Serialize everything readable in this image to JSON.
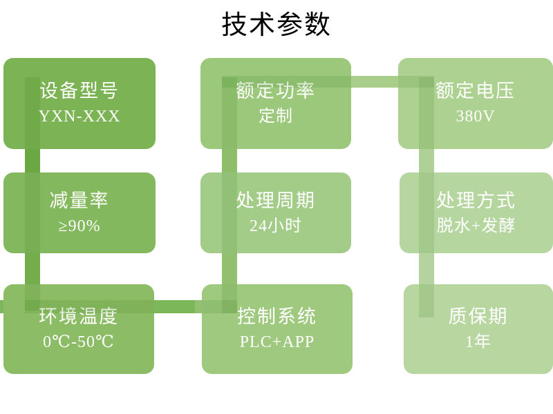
{
  "title": "技术参数",
  "theme": {
    "background": "#ffffff",
    "title_color": "#000000",
    "text_color": "#ffffff",
    "box_colors": [
      "#7CB354",
      "#8CBC66",
      "#A8CF8C",
      "#84B85E",
      "#A3CC88",
      "#BCD9A6",
      "#8CBC66",
      "#A0CA84",
      "#B8D6A0"
    ],
    "connector_colors": [
      "#6BA844",
      "#7FB556",
      "#9CC77C",
      "#74AE4C",
      "#95C275",
      "#AFD198",
      "#7FB556",
      "#93C06E",
      "#A9CE90"
    ]
  },
  "nodes": [
    {
      "id": "device-model",
      "label": "设备型号",
      "value": "YXN-XXX"
    },
    {
      "id": "rated-power",
      "label": "额定功率",
      "value": "定制"
    },
    {
      "id": "rated-voltage",
      "label": "额定电压",
      "value": "380V"
    },
    {
      "id": "reduction-rate",
      "label": "减量率",
      "value": "≥90%"
    },
    {
      "id": "treatment-cycle",
      "label": "处理周期",
      "value": "24小时"
    },
    {
      "id": "treatment-method",
      "label": "处理方式",
      "value": "脱水+发酵"
    },
    {
      "id": "ambient-temperature",
      "label": "环境温度",
      "value": "0℃-50℃"
    },
    {
      "id": "control-system",
      "label": "控制系统",
      "value": "PLC+APP"
    },
    {
      "id": "warranty-period",
      "label": "质保期",
      "value": "1年"
    }
  ]
}
